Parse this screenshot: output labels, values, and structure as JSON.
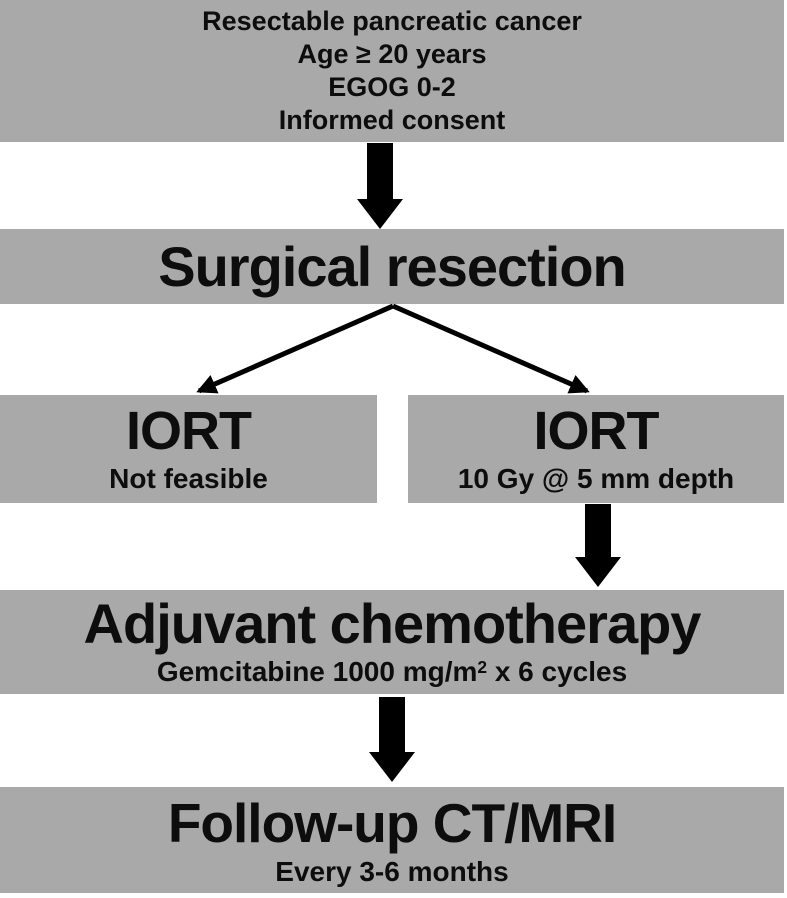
{
  "figure": {
    "type": "clinical-trial-flowchart",
    "boxes": {
      "eligibility": {
        "lines": [
          "Resectable pancreatic cancer",
          "Age ≥ 20 years",
          "EGOG 0-2",
          "Informed consent"
        ]
      },
      "surgical_resection": {
        "title": "Surgical resection"
      },
      "iort_not_feasible": {
        "title": "IORT",
        "subtitle": "Not feasible"
      },
      "iort_performed": {
        "title": "IORT",
        "subtitle": "10 Gy @ 5 mm depth"
      },
      "adjuvant_chemotherapy": {
        "title": "Adjuvant chemotherapy",
        "subtitle_prefix": "Gemcitabine 1000 mg/m",
        "subtitle_sup": "2",
        "subtitle_suffix": " x 6 cycles"
      },
      "follow_up": {
        "title": "Follow-up CT/MRI",
        "subtitle": "Every 3-6 months"
      }
    }
  },
  "colors": {
    "box_fill": "#a9a9a9",
    "text": "#0d0d0d",
    "arrow": "#000000",
    "background": "#ffffff"
  }
}
